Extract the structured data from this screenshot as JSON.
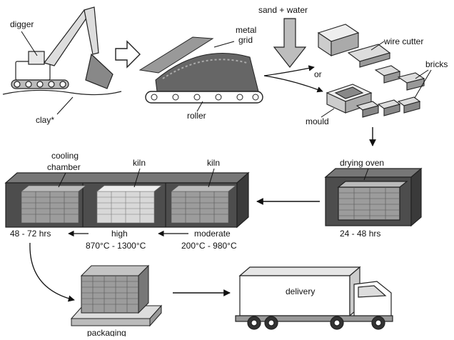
{
  "labels": {
    "digger": "digger",
    "clay": "clay*",
    "metal_grid_1": "metal",
    "metal_grid_2": "grid",
    "roller": "roller",
    "sand_water": "sand + water",
    "or": "or",
    "wire_cutter": "wire cutter",
    "bricks": "bricks",
    "mould": "mould",
    "drying_oven": "drying oven",
    "drying_time": "24 - 48 hrs",
    "cooling_chamber_1": "cooling",
    "cooling_chamber_2": "chamber",
    "kiln_high": "kiln",
    "kiln_moderate": "kiln",
    "cooling_time": "48 - 72 hrs",
    "high": "high",
    "high_temp": "870°C - 1300°C",
    "moderate": "moderate",
    "moderate_temp": "200°C - 980°C",
    "delivery": "delivery",
    "packaging": "packaging"
  },
  "colors": {
    "ink": "#111111",
    "box_dark": "#555555",
    "box_mid": "#888888",
    "brick_dark": "#9a9a9a",
    "brick_light": "#d8d8d8",
    "arrow_fill": "#d0d0d0"
  }
}
